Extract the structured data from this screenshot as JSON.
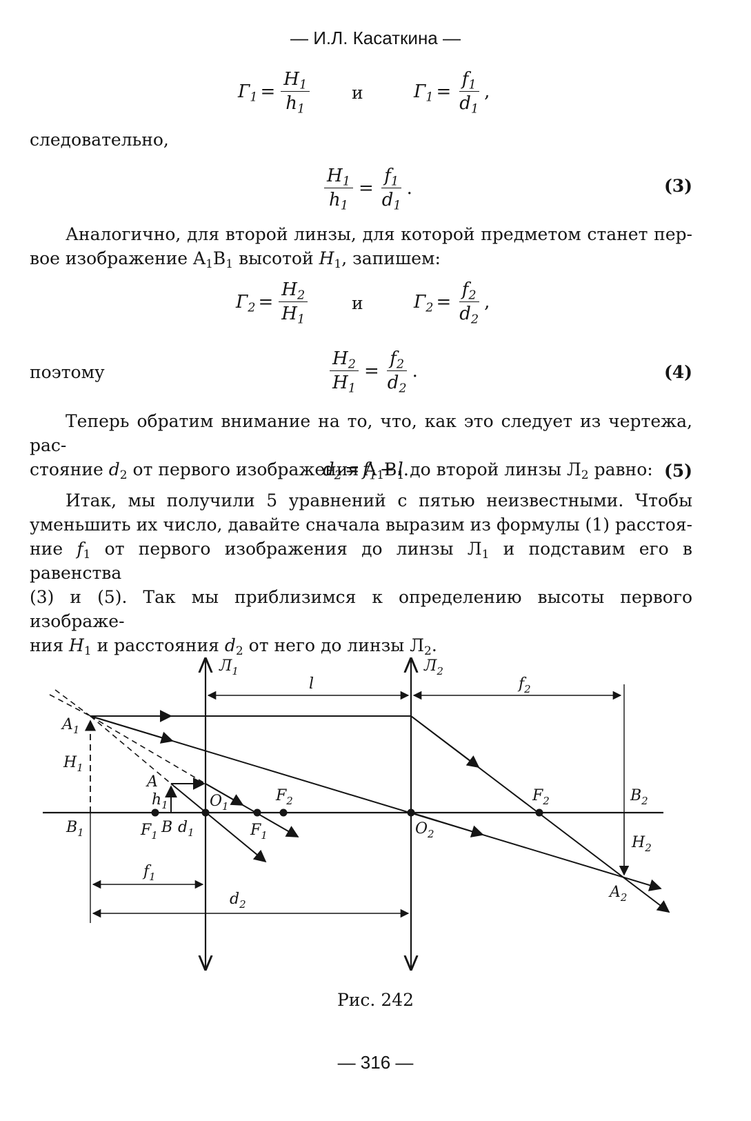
{
  "header": "— И.Л. Касаткина —",
  "eq_row1": {
    "lhs_sym": "Г",
    "lhs_sub": "1",
    "num_sym": "H",
    "num_sub": "1",
    "den_sym": "h",
    "den_sub": "1",
    "conj": "и",
    "lhs2_sym": "Г",
    "lhs2_sub": "1",
    "num2_sym": "f",
    "num2_sub": "1",
    "den2_sym": "d",
    "den2_sub": "1",
    "trail": ","
  },
  "text_hence": "следовательно,",
  "eq3": {
    "num1_sym": "H",
    "num1_sub": "1",
    "den1_sym": "h",
    "den1_sub": "1",
    "num2_sym": "f",
    "num2_sub": "1",
    "den2_sym": "d",
    "den2_sub": "1",
    "trail": ".",
    "number": "(3)"
  },
  "para1": {
    "line1": "Аналогично, для второй линзы, для которой предметом станет пер-",
    "line2_a": "вое изображение A",
    "line2_sub1": "1",
    "line2_b": "B",
    "line2_sub2": "1",
    "line2_c": " высотой ",
    "line2_sym": "H",
    "line2_sub3": "1",
    "line2_d": ", запишем:"
  },
  "eq_row2": {
    "lhs_sym": "Г",
    "lhs_sub": "2",
    "num_sym": "H",
    "num_sub": "2",
    "den_sym": "H",
    "den_sub": "1",
    "conj": "и",
    "lhs2_sym": "Г",
    "lhs2_sub": "2",
    "num2_sym": "f",
    "num2_sub": "2",
    "den2_sym": "d",
    "den2_sub": "2",
    "trail": ","
  },
  "text_therefore": "поэтому",
  "eq4": {
    "num1_sym": "H",
    "num1_sub": "2",
    "den1_sym": "H",
    "den1_sub": "1",
    "num2_sym": "f",
    "num2_sub": "2",
    "den2_sym": "d",
    "den2_sub": "2",
    "trail": ".",
    "number": "(4)"
  },
  "para2": {
    "line1": "Теперь обратим внимание на то, что, как это следует из чертежа, рас-",
    "line2_a": "стояние ",
    "line2_sym": "d",
    "line2_sub": "2",
    "line2_b": " от первого изображения A",
    "line2_sub1": "1",
    "line2_c": "B",
    "line2_sub2": "1",
    "line2_d": " до второй линзы Л",
    "line2_sub3": "2",
    "line2_e": " равно:"
  },
  "eq5": {
    "lhs_sym": "d",
    "lhs_sub": "2",
    "eq": "=",
    "f_sym": "f",
    "f_sub": "1",
    "plus": "+",
    "l_sym": "l",
    "trail": ".",
    "number": "(5)"
  },
  "para3": {
    "line1": "Итак, мы получили 5 уравнений с пятью неизвестными. Чтобы",
    "line2": "уменьшить их число, давайте сначала выразим из формулы (1) расстоя-",
    "line3_a": "ние ",
    "line3_sym": "f",
    "line3_sub": "1",
    "line3_b": " от первого изображения до линзы Л",
    "line3_sub2": "1",
    "line3_c": " и подставим его в равенства",
    "line4": "(3) и (5). Так мы приблизимся к определению высоты первого изображе-",
    "line5_a": "ния ",
    "line5_sym": "H",
    "line5_sub": "1",
    "line5_b": " и расстояния ",
    "line5_sym2": "d",
    "line5_sub2": "2",
    "line5_c": " от него до линзы Л",
    "line5_sub3": "2",
    "line5_d": "."
  },
  "figure": {
    "L1": {
      "main": "Л",
      "sub": "1"
    },
    "L2": {
      "main": "Л",
      "sub": "2"
    },
    "l": {
      "main": "l"
    },
    "f2": {
      "main": "f",
      "sub": "2"
    },
    "A1": {
      "main": "A",
      "sub": "1"
    },
    "H1": {
      "main": "H",
      "sub": "1"
    },
    "A": {
      "main": "A"
    },
    "h1": {
      "main": "h",
      "sub": "1"
    },
    "O1": {
      "main": "O",
      "sub": "1"
    },
    "F2left": {
      "main": "F",
      "sub": "2"
    },
    "B1": {
      "main": "B",
      "sub": "1"
    },
    "F1left": {
      "main": "F",
      "sub": "1"
    },
    "B": {
      "main": "B"
    },
    "d1": {
      "main": "d",
      "sub": "1"
    },
    "F1right": {
      "main": "F",
      "sub": "1"
    },
    "O2": {
      "main": "O",
      "sub": "2"
    },
    "F2right": {
      "main": "F",
      "sub": "2"
    },
    "B2": {
      "main": "B",
      "sub": "2"
    },
    "H2": {
      "main": "H",
      "sub": "2"
    },
    "A2": {
      "main": "A",
      "sub": "2"
    },
    "f1": {
      "main": "f",
      "sub": "1"
    },
    "d2": {
      "main": "d",
      "sub": "2"
    }
  },
  "caption": "Рис. 242",
  "page_number": "— 316 —"
}
